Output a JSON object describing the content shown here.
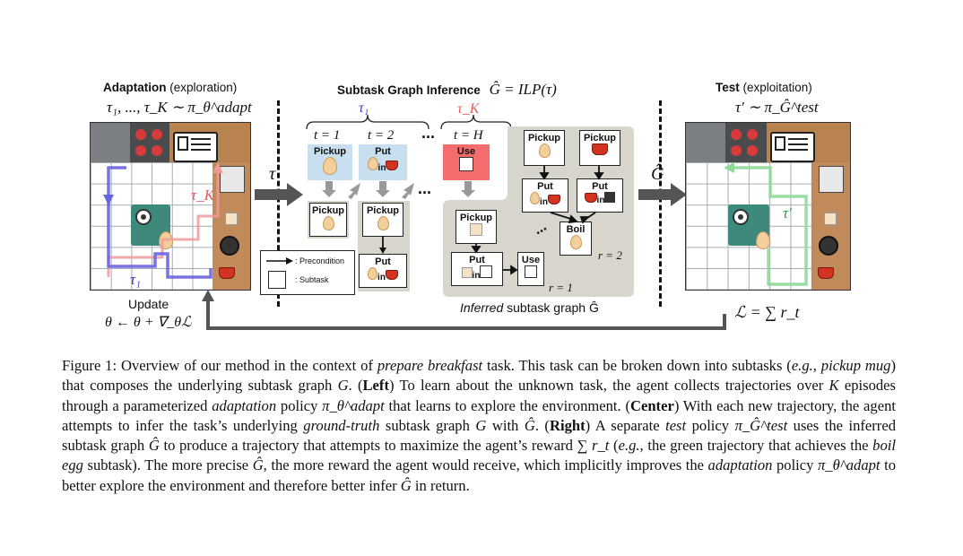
{
  "left_panel": {
    "title_bold": "Adaptation",
    "title_rest": " (exploration)",
    "formula": "τ₁, ..., τ_K ∼ π_θ^adapt",
    "tau_k_label": "τ_K",
    "tau_1_label": "τ₁",
    "update_label": "Update",
    "update_formula": "θ ← θ + ∇_θℒ"
  },
  "center_panel": {
    "title_bold": "Subtask Graph Inference",
    "title_formula": "Ĝ = ILP(τ)",
    "tau_arrow_label": "τ",
    "tau1_brace": "τ₁",
    "tauk_brace": "τ_K",
    "t1": "t = 1",
    "t2": "t = 2",
    "tH": "t = H",
    "dots": "...",
    "box_pickup": "Pickup",
    "box_put": "Put",
    "box_in": "in",
    "box_use": "Use",
    "legend_precondition": ": Precondition",
    "legend_subtask": ": Subtask",
    "graph_pickup_1": "Pickup",
    "graph_pickup_2": "Pickup",
    "graph_put_1": "Put",
    "graph_put_2": "Put",
    "graph_boil": "Boil",
    "graph_pickup_3": "Pickup",
    "graph_put_3": "Put",
    "graph_use": "Use",
    "r2": "r = 2",
    "r1": "r = 1",
    "inferred_italic": "Inferred",
    "inferred_rest": " subtask graph Ĝ",
    "ghat_arrow_label": "Ĝ"
  },
  "right_panel": {
    "title_bold": "Test",
    "title_rest": " (exploitation)",
    "formula": "τ′ ∼ π_Ĝ^test",
    "tau_prime_label": "τ′",
    "loss_formula": "ℒ = ∑ r_t"
  },
  "caption": {
    "s1": "Figure 1: Overview of our method in the context of ",
    "s2": "prepare breakfast",
    "s3": " task. This task can be broken down into subtasks (",
    "s4": "e.g.",
    "s5": ", ",
    "s6": "pickup mug",
    "s7": ") that composes the underlying subtask graph ",
    "s8": "G",
    "s9": ". (",
    "s10": "Left",
    "s11": ") To learn about the unknown task, the agent collects trajectories over ",
    "s12": "K",
    "s13": " episodes through a parameterized ",
    "s14": "adaptation",
    "s15": " policy ",
    "s16": "π_θ^adapt",
    "s17": " that learns to explore the environment. (",
    "s18": "Center",
    "s19": ") With each new trajectory, the agent attempts to infer the task’s underlying ",
    "s20": "ground-truth",
    "s21": " subtask graph ",
    "s22": "G",
    "s23": " with ",
    "s24": "Ĝ",
    "s25": ". (",
    "s26": "Right",
    "s27": ") A separate ",
    "s28": "test",
    "s29": " policy ",
    "s30": "π_Ĝ^test",
    "s31": " uses the inferred subtask graph ",
    "s32": "Ĝ",
    "s33": " to produce a trajectory that attempts to maximize the agent’s reward ",
    "s34": "∑ r_t",
    "s35": " (",
    "s36": "e.g.",
    "s37": ", the green trajectory that achieves the ",
    "s38": "boil egg",
    "s39": " subtask). The more precise ",
    "s40": "Ĝ",
    "s41": ", the more reward the agent would receive, which implicitly improves the ",
    "s42": "adaptation",
    "s43": " policy ",
    "s44": "π_θ^adapt",
    "s45": " to better explore the environment and therefore better infer ",
    "s46": "Ĝ",
    "s47": " in return."
  }
}
